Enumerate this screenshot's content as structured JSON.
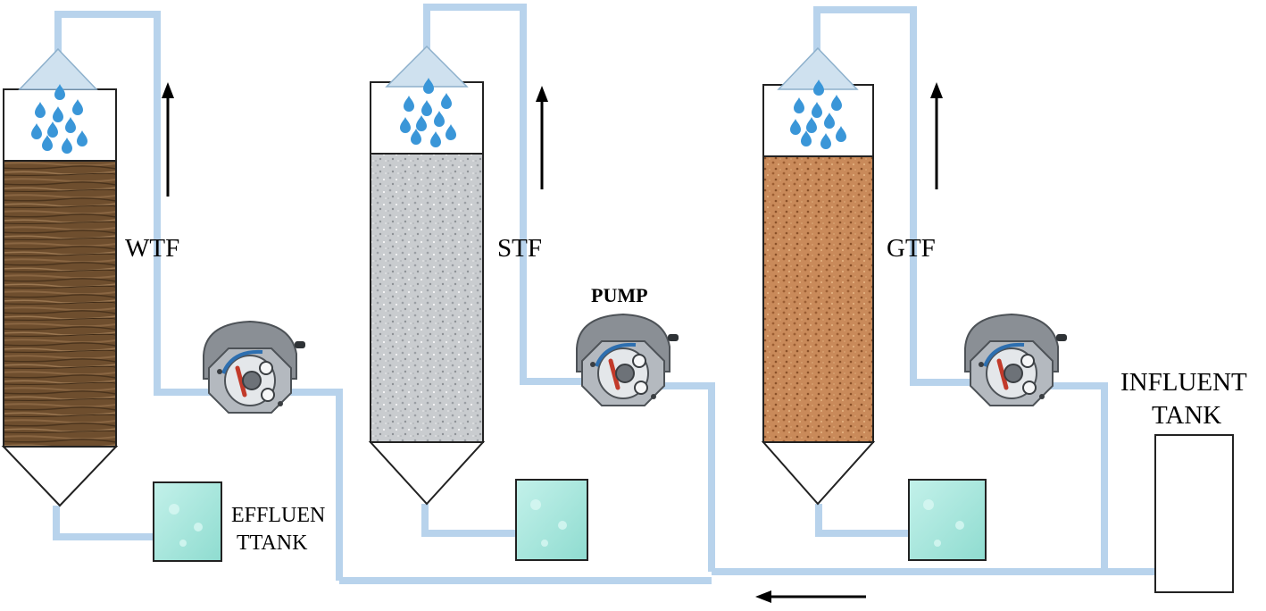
{
  "diagram": {
    "filters": [
      {
        "id": "wtf",
        "label": "WTF",
        "media": "wood"
      },
      {
        "id": "stf",
        "label": "STF",
        "media": "stone"
      },
      {
        "id": "gtf",
        "label": "GTF",
        "media": "gravel"
      }
    ],
    "pump_label": "PUMP",
    "effluent_label_line1": "EFFLUEN",
    "effluent_label_line2": "TTANK",
    "influent_label_line1": "INFLUENT",
    "influent_label_line2": "TANK",
    "colors": {
      "pipe": "#b8d3ec",
      "drop": "#3a96d8",
      "wood": "#6e4e2e",
      "stone": "#c9cccf",
      "gravel": "#c98a5a",
      "effluent_water": "#a6e6dc",
      "pump_body": "#7c8187"
    },
    "icons": [
      "spray-nozzle-icon",
      "water-drop-icon",
      "peristaltic-pump-icon",
      "flow-arrow-icon"
    ]
  }
}
